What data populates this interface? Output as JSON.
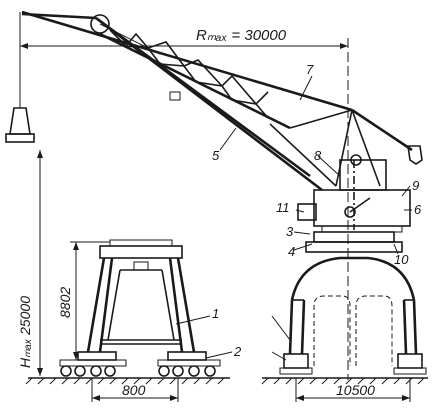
{
  "figure": {
    "dimensions": {
      "reach_max": "Rₘₐₓ = 30000",
      "height_max": "Hₘₐₓ 25000",
      "rail_height": "8802",
      "rail_gauge": "800",
      "portal_width": "10500"
    },
    "callouts": [
      "1",
      "2",
      "3",
      "4",
      "5",
      "6",
      "7",
      "8",
      "9",
      "10",
      "11"
    ]
  }
}
